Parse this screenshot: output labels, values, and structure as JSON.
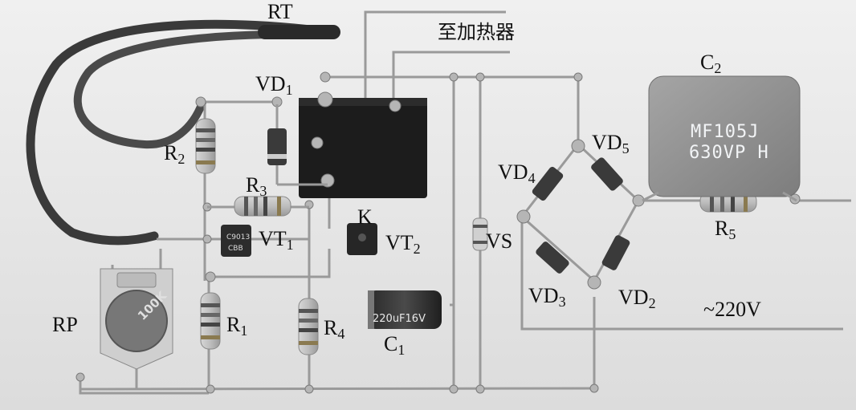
{
  "labels": {
    "rt": "RT",
    "heater": "至加热器",
    "vd1": {
      "main": "VD",
      "sub": "1"
    },
    "c2": {
      "main": "C",
      "sub": "2"
    },
    "r2": {
      "main": "R",
      "sub": "2"
    },
    "r3": {
      "main": "R",
      "sub": "3"
    },
    "vd4": {
      "main": "VD",
      "sub": "4"
    },
    "vd5": {
      "main": "VD",
      "sub": "5"
    },
    "k": "K",
    "vt1": {
      "main": "VT",
      "sub": "1"
    },
    "vt2": {
      "main": "VT",
      "sub": "2"
    },
    "vs": "VS",
    "r5": {
      "main": "R",
      "sub": "5"
    },
    "rp": "RP",
    "r1": {
      "main": "R",
      "sub": "1"
    },
    "r4": {
      "main": "R",
      "sub": "4"
    },
    "vd3": {
      "main": "VD",
      "sub": "3"
    },
    "vd2": {
      "main": "VD",
      "sub": "2"
    },
    "ac": "~220V",
    "c1": {
      "main": "C",
      "sub": "1"
    }
  },
  "printed": {
    "c2_line1": "MF105J",
    "c2_line2": "630VP H",
    "c1_value": "220uF16V",
    "rp_value": "100K",
    "vt1_marking": "C9013 CBB"
  },
  "colors": {
    "background": "#e9e9e9",
    "wire": "#9a9a9a",
    "relay": "#1c1c1c",
    "c2_body": "#8f8f8f",
    "resistor_body": "#c9c9c9"
  }
}
